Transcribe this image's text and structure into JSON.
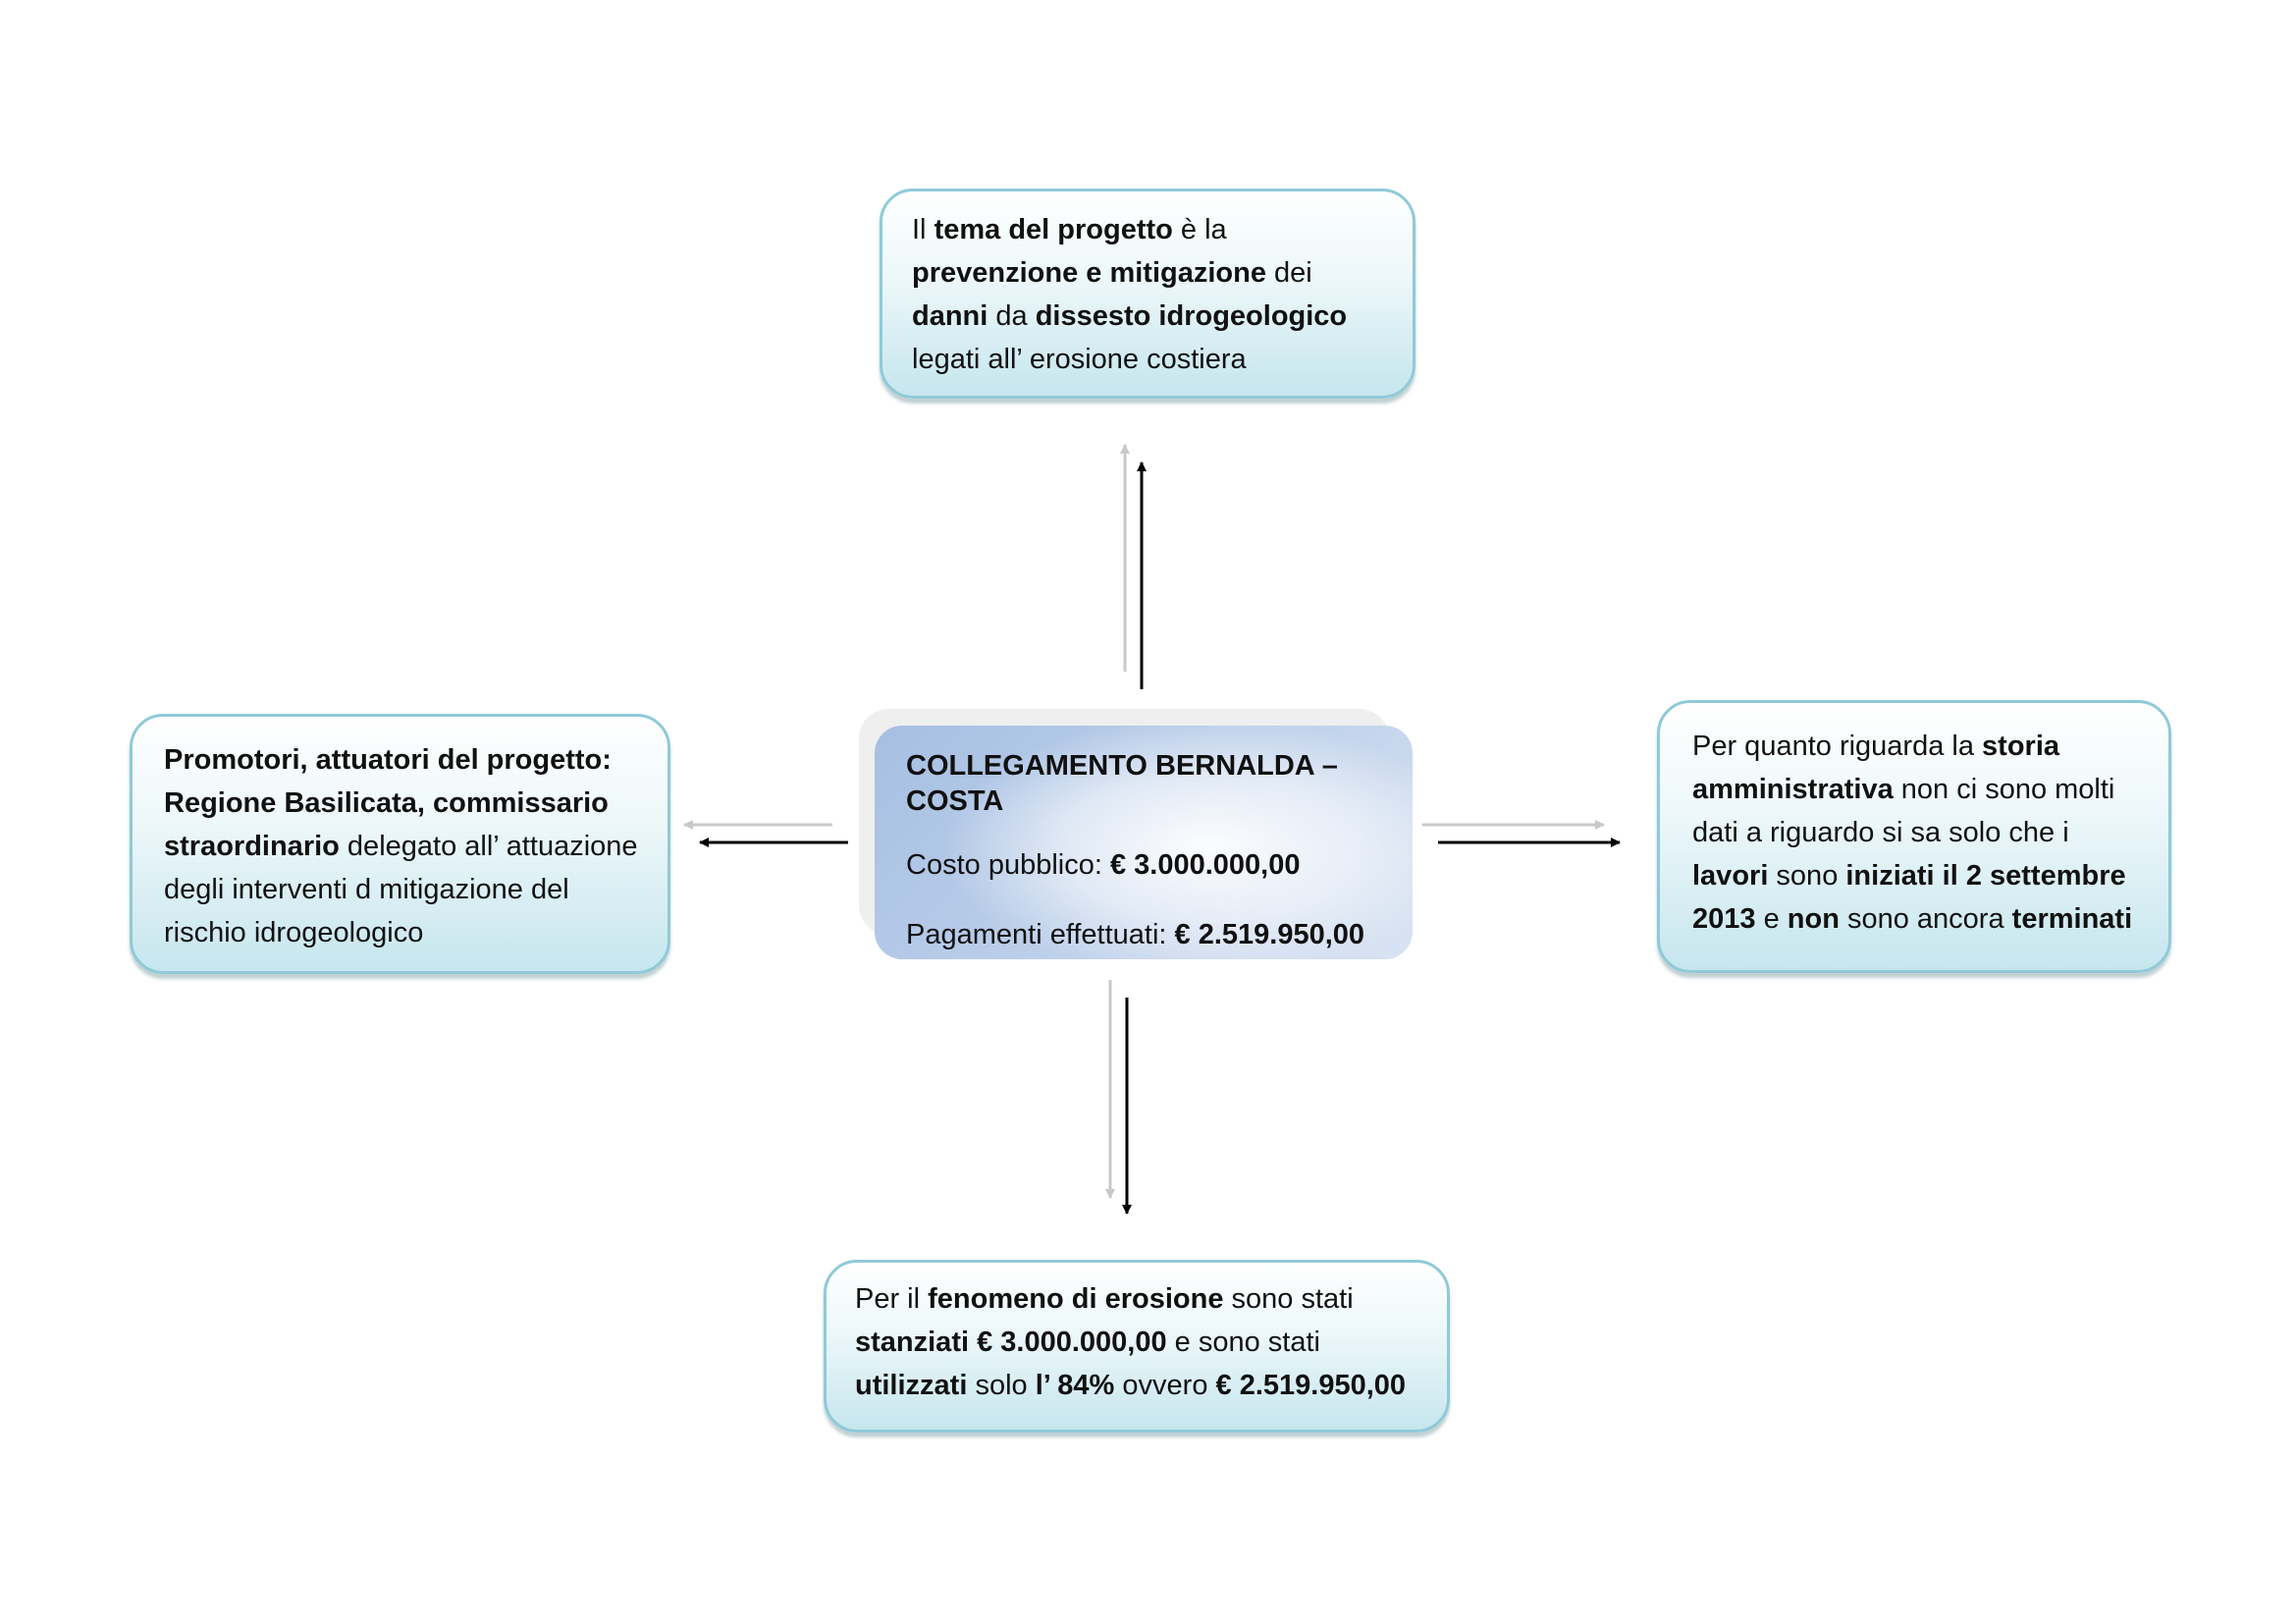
{
  "center": {
    "title": "COLLEGAMENTO BERNALDA – COSTA",
    "costo_label": "Costo pubblico:",
    "costo_value": "€ 3.000.000,00",
    "pagamenti_label": "Pagamenti effettuati:",
    "pagamenti_value": "€ 2.519.950,00"
  },
  "top": {
    "t1": "Il ",
    "b1": "tema del progetto",
    "t2": " è la ",
    "b2": "prevenzione e mitigazione",
    "t3": " dei ",
    "b3": "danni",
    "t4": " da ",
    "b4": "dissesto idrogeologico",
    "t5": " legati all’ erosione costiera"
  },
  "left": {
    "b1": "Promotori, attuatori  del progetto: Regione Basilicata, commissario straordinario",
    "t1": " delegato all’ attuazione degli interventi d mitigazione del rischio idrogeologico"
  },
  "right": {
    "t1": "Per quanto riguarda la ",
    "b1": "storia amministrativa",
    "t2": " non ci sono molti dati a riguardo si sa solo che i ",
    "b2": "lavori",
    "t3": " sono ",
    "b3": "iniziati il 2 settembre 2013",
    "t4": " e ",
    "b4": "non",
    "t5": " sono ancora ",
    "b5": "terminati"
  },
  "bottom": {
    "t1": "Per il ",
    "b1": "fenomeno di erosione",
    "t2": " sono stati ",
    "b2": "stanziati € 3.000.000,00",
    "t3": " e sono stati ",
    "b3": "utilizzati",
    "t4": " solo ",
    "b4": "l’ 84%",
    "t5": " ovvero  ",
    "b5": "€ 2.519.950,00"
  },
  "colors": {
    "box_border": "#8fcad8",
    "box_fill_bottom": "#c6e6ee",
    "center_fill": "#a6bfe2",
    "arrow_primary": "#000000",
    "arrow_shadow": "#c8c8c8"
  }
}
